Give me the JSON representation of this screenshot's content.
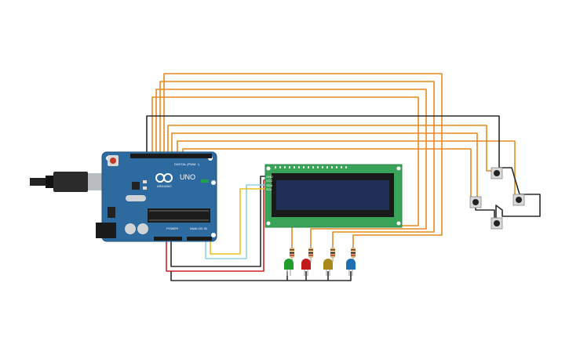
{
  "board": {
    "name": "UNO",
    "brand_label": "ARDUINO",
    "digital_header_label": "DIGITAL (PWM ~)",
    "power_label": "POWER",
    "analog_label": "ANALOG IN",
    "color": "#2c6aa0"
  },
  "lcd": {
    "pin_labels": [
      "GND",
      "VCC",
      "SDA",
      "SCL"
    ],
    "pcb_color": "#3aa35a",
    "screen_color": "#1f2f55"
  },
  "leds": [
    {
      "color_name": "green",
      "color": "#1f9d2a"
    },
    {
      "color_name": "red",
      "color": "#c21a1a"
    },
    {
      "color_name": "yellow",
      "color": "#a88a1a"
    },
    {
      "color_name": "blue",
      "color": "#1f6fb0"
    }
  ],
  "buttons": {
    "count": 4
  },
  "wires": {
    "signal_color": "#e68a1f",
    "ground_color": "#2b2b2b",
    "power_color": "#d0202a",
    "sda_color": "#8fd0e8",
    "scl_color": "#e8c21f"
  }
}
